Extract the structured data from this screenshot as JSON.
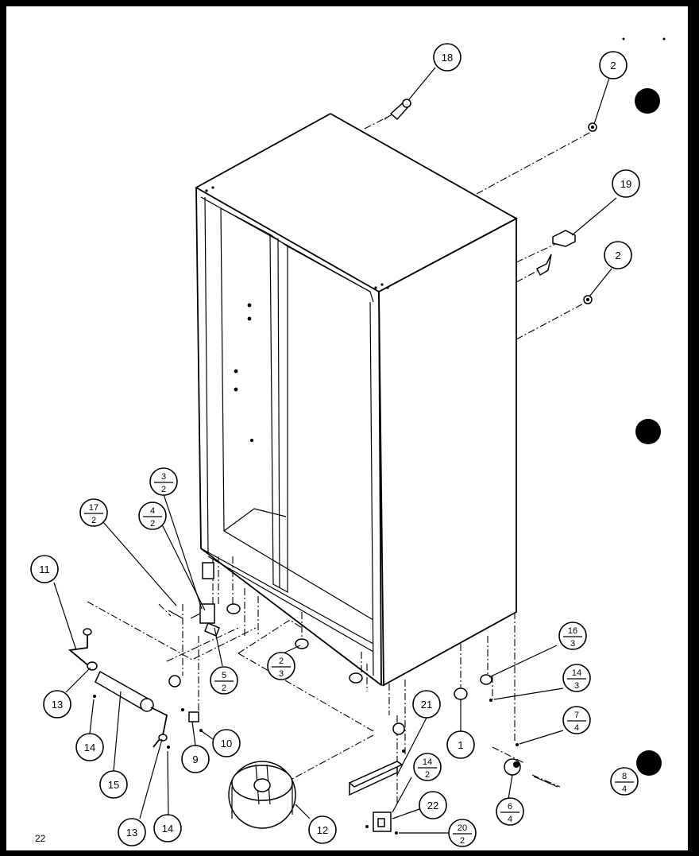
{
  "page": {
    "number": "22"
  },
  "callouts": [
    {
      "id": "c18",
      "num": "18"
    },
    {
      "id": "c2a",
      "num": "2"
    },
    {
      "id": "c19",
      "num": "19"
    },
    {
      "id": "c2b",
      "num": "2"
    },
    {
      "id": "c3-2",
      "num": "3",
      "qty": "2"
    },
    {
      "id": "c17-2",
      "num": "17",
      "qty": "2"
    },
    {
      "id": "c4-2",
      "num": "4",
      "qty": "2"
    },
    {
      "id": "c11",
      "num": "11"
    },
    {
      "id": "c5-2",
      "num": "5",
      "qty": "2"
    },
    {
      "id": "c2-3",
      "num": "2",
      "qty": "3"
    },
    {
      "id": "c13a",
      "num": "13"
    },
    {
      "id": "c14a",
      "num": "14"
    },
    {
      "id": "c15",
      "num": "15"
    },
    {
      "id": "c9",
      "num": "9"
    },
    {
      "id": "c10",
      "num": "10"
    },
    {
      "id": "c13b",
      "num": "13"
    },
    {
      "id": "c14b",
      "num": "14"
    },
    {
      "id": "c12",
      "num": "12"
    },
    {
      "id": "c21",
      "num": "21"
    },
    {
      "id": "c14-2",
      "num": "14",
      "qty": "2"
    },
    {
      "id": "c22",
      "num": "22"
    },
    {
      "id": "c20-2",
      "num": "20",
      "qty": "2"
    },
    {
      "id": "c1",
      "num": "1"
    },
    {
      "id": "c16-3",
      "num": "16",
      "qty": "3"
    },
    {
      "id": "c14-3",
      "num": "14",
      "qty": "3"
    },
    {
      "id": "c7-4",
      "num": "7",
      "qty": "4"
    },
    {
      "id": "c8-4",
      "num": "8",
      "qty": "4"
    },
    {
      "id": "c6-4",
      "num": "6",
      "qty": "4"
    }
  ]
}
